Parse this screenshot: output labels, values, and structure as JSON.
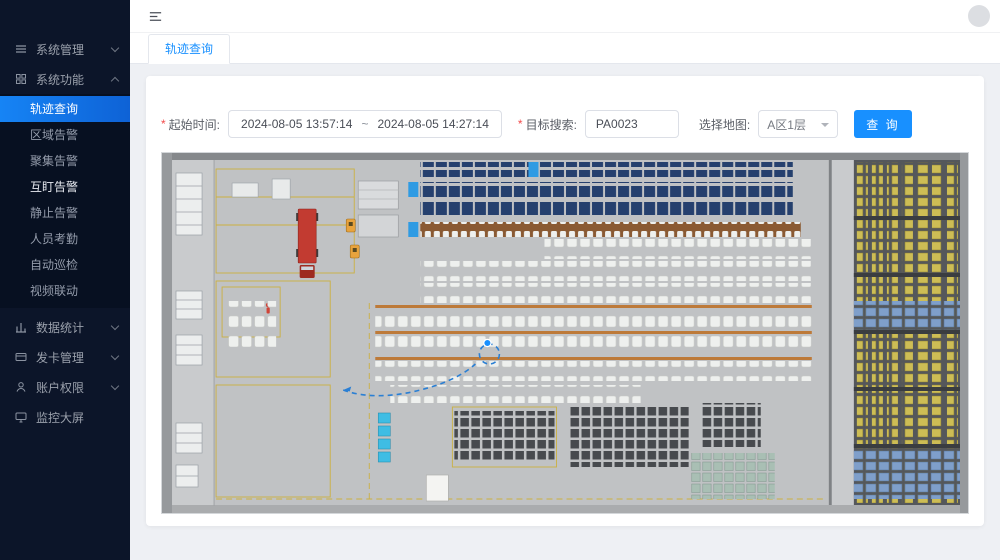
{
  "colors": {
    "accent": "#1890ff",
    "sidebar_bg": "#0c1529",
    "active_item_bg": "#1684f5",
    "content_bg": "#eef0f4",
    "trajectory": "#2a7fd4"
  },
  "tabs": [
    {
      "label": "轨迹查询",
      "active": true
    }
  ],
  "sidebar": {
    "groups": [
      {
        "label": "系统管理",
        "icon": "settings-icon",
        "state": "collapsed"
      },
      {
        "label": "系统功能",
        "icon": "grid-icon",
        "state": "expanded"
      },
      {
        "label": "数据统计",
        "icon": "chart-icon",
        "state": "collapsed"
      },
      {
        "label": "发卡管理",
        "icon": "card-icon",
        "state": "collapsed"
      },
      {
        "label": "账户权限",
        "icon": "user-icon",
        "state": "collapsed"
      },
      {
        "label": "监控大屏",
        "icon": "monitor-icon",
        "state": "none"
      }
    ],
    "submenu": [
      {
        "label": "轨迹查询",
        "active": true
      },
      {
        "label": "区域告警"
      },
      {
        "label": "聚集告警"
      },
      {
        "label": "互盯告警",
        "emphasis": true
      },
      {
        "label": "静止告警"
      },
      {
        "label": "人员考勤"
      },
      {
        "label": "自动巡检"
      },
      {
        "label": "视频联动"
      }
    ]
  },
  "form": {
    "required_mark": "*",
    "start_time_label": "起始时间:",
    "start_time": "2024-08-05 13:57:14",
    "range_separator": "~",
    "end_time": "2024-08-05 14:27:14",
    "target_label": "目标搜索:",
    "target_value": "PA0023",
    "map_label": "选择地图:",
    "map_value": "A区1层",
    "query_label": "查 询"
  }
}
